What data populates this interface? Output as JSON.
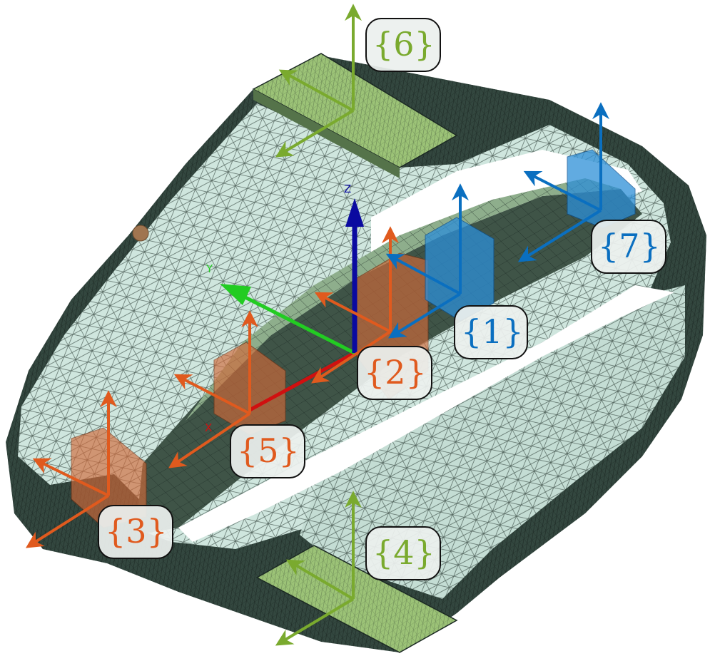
{
  "colors": {
    "orange": "#e05a1e",
    "blue": "#0a6fc0",
    "green": "#7aaa2e",
    "mesh_surface": "#cfe6de",
    "mesh_dark": "#33473f",
    "mesh_lines": "#2d3d36",
    "world_x": "#d01010",
    "world_y": "#22cc22",
    "world_z": "#0a0aa0"
  },
  "world_axes": {
    "x": "X",
    "y": "Y",
    "z": "Z"
  },
  "frames": [
    {
      "id": "1",
      "label": "{1}",
      "color": "blue"
    },
    {
      "id": "2",
      "label": "{2}",
      "color": "orange"
    },
    {
      "id": "3",
      "label": "{3}",
      "color": "orange"
    },
    {
      "id": "4",
      "label": "{4}",
      "color": "green"
    },
    {
      "id": "5",
      "label": "{5}",
      "color": "orange"
    },
    {
      "id": "6",
      "label": "{6}",
      "color": "green"
    },
    {
      "id": "7",
      "label": "{7}",
      "color": "blue"
    }
  ]
}
